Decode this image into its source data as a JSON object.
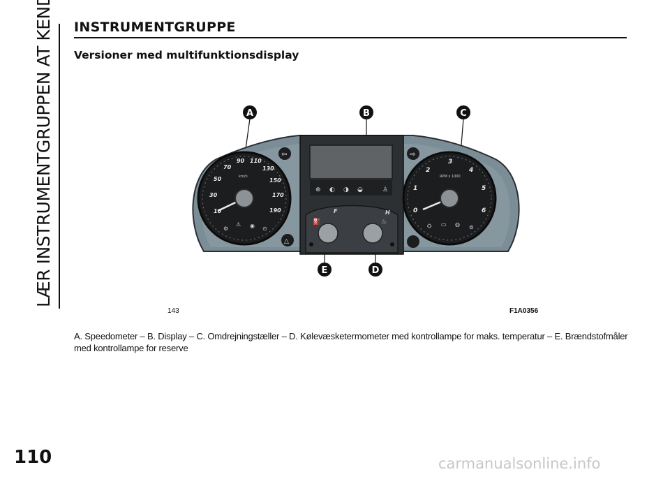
{
  "sidebar": {
    "section_title": "LÆR INSTRUMENTGRUPPEN AT KENDE"
  },
  "page": {
    "number": "110"
  },
  "header": {
    "title": "INSTRUMENTGRUPPE",
    "subtitle": "Versioner med multifunktionsdisplay"
  },
  "figure": {
    "number": "143",
    "code": "F1A0356",
    "callouts": {
      "a": "A",
      "b": "B",
      "c": "C",
      "d": "D",
      "e": "E"
    },
    "speedometer": {
      "unit": "km/h",
      "ticks": [
        "10",
        "30",
        "50",
        "70",
        "90",
        "110",
        "130",
        "150",
        "170",
        "190"
      ]
    },
    "tachometer": {
      "unit": "RPM x 1000",
      "ticks": [
        "0",
        "1",
        "2",
        "3",
        "4",
        "5",
        "6"
      ]
    },
    "fuel_gauge": {
      "full_label": "F"
    },
    "temp_gauge": {
      "hot_label": "H"
    }
  },
  "caption": "A. Speedometer – B. Display – C. Omdrejningstæller – D. Kølevæsketermometer med kontrollampe for maks. temperatur – E. Brændstofmåler med kontrollampe for reserve",
  "watermark": "carmanualsonline.info"
}
